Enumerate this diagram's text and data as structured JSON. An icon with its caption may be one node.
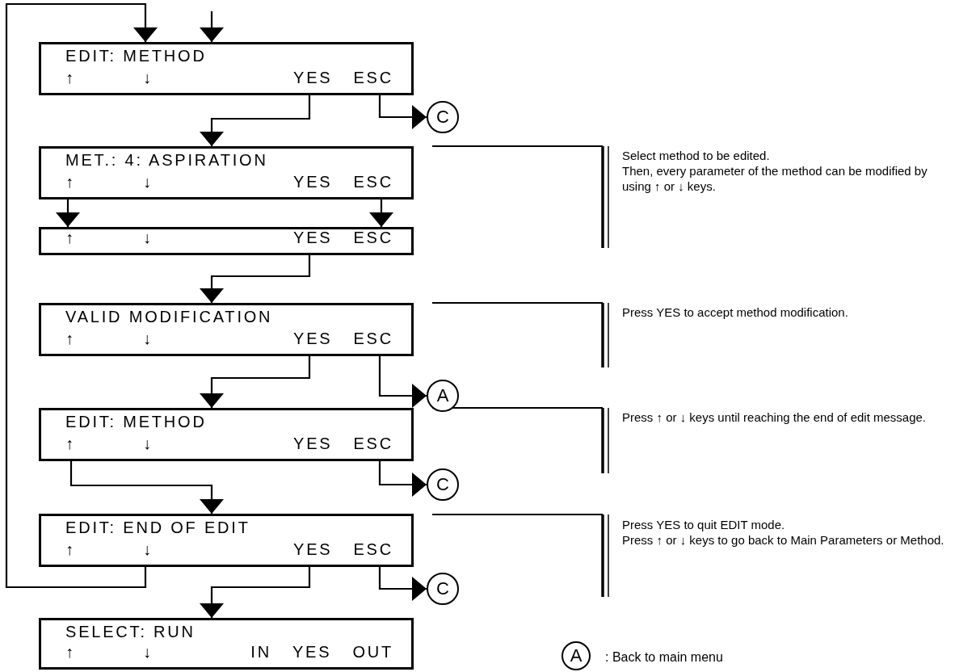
{
  "diagram": {
    "nodes": [
      {
        "text": [
          "EDIT: METHOD",
          "↑",
          "↓",
          "YES",
          "ESC"
        ]
      },
      {
        "text": [
          "C"
        ]
      },
      {
        "text": [
          "MET.: 4: ASPIRATION",
          "↑",
          "↓",
          "YES",
          "ESC"
        ]
      },
      {
        "text": [
          "↑",
          "↓",
          "YES",
          "ESC"
        ]
      },
      {
        "text": [
          "VALID MODIFICATION",
          "↑",
          "↓",
          "YES",
          "ESC"
        ]
      },
      {
        "text": [
          "A"
        ]
      },
      {
        "text": [
          "EDIT: METHOD",
          "↑",
          "↓",
          "YES",
          "ESC"
        ]
      },
      {
        "text": [
          "C"
        ]
      },
      {
        "text": [
          "EDIT: END OF EDIT",
          "↑",
          "↓",
          "YES",
          "ESC"
        ]
      },
      {
        "text": [
          "C"
        ]
      },
      {
        "text": [
          "SELECT: RUN",
          "↑",
          "↓",
          "IN",
          "YES",
          "OUT"
        ]
      },
      {
        "text": [
          "A"
        ],
        "beside": [
          ": Back to main menu"
        ]
      }
    ],
    "edges": [
      {
        "from": null,
        "to": 0,
        "arrow": "to"
      },
      {
        "from": 8,
        "to": 0,
        "arrow": "to"
      },
      {
        "from": 0,
        "to": 2,
        "arrow": "to"
      },
      {
        "from": 0,
        "to": 1,
        "arrow": "to"
      },
      {
        "from": 2,
        "to": 3,
        "arrow": "to"
      },
      {
        "from": 2,
        "to": 3,
        "arrow": "to"
      },
      {
        "from": 3,
        "to": 4,
        "arrow": "to"
      },
      {
        "from": 4,
        "to": 6,
        "arrow": "to"
      },
      {
        "from": 4,
        "to": 5,
        "arrow": "to"
      },
      {
        "from": 6,
        "to": 8,
        "arrow": "to"
      },
      {
        "from": 6,
        "to": 7,
        "arrow": "to"
      },
      {
        "from": 8,
        "to": 10,
        "arrow": "to"
      },
      {
        "from": 8,
        "to": 9,
        "arrow": "to"
      }
    ],
    "labels": [
      "Select method to be edited.",
      "Then, every parameter of the method can be modified by using ↑ or ↓ keys.",
      "Press YES to accept method modification.",
      "Press ↑ or ↓ keys until reaching the end of edit message.",
      "Press YES to quit EDIT mode.",
      "Press ↑ or ↓ keys to go back to Main Parameters or Method."
    ]
  }
}
